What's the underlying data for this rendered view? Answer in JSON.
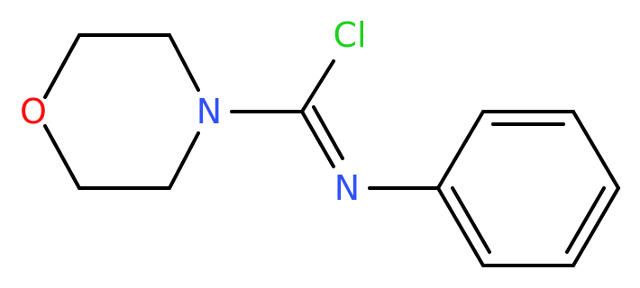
{
  "atoms": {
    "oxygen": {
      "symbol": "O",
      "color": "#ff0d0d"
    },
    "nitrogen_ring": {
      "symbol": "N",
      "color": "#3050f8"
    },
    "chlorine": {
      "symbol": "Cl",
      "color": "#1fd01f"
    },
    "nitrogen_imine": {
      "symbol": "N",
      "color": "#3050f8"
    }
  },
  "colors": {
    "bond": "#000000",
    "background": "#ffffff"
  }
}
